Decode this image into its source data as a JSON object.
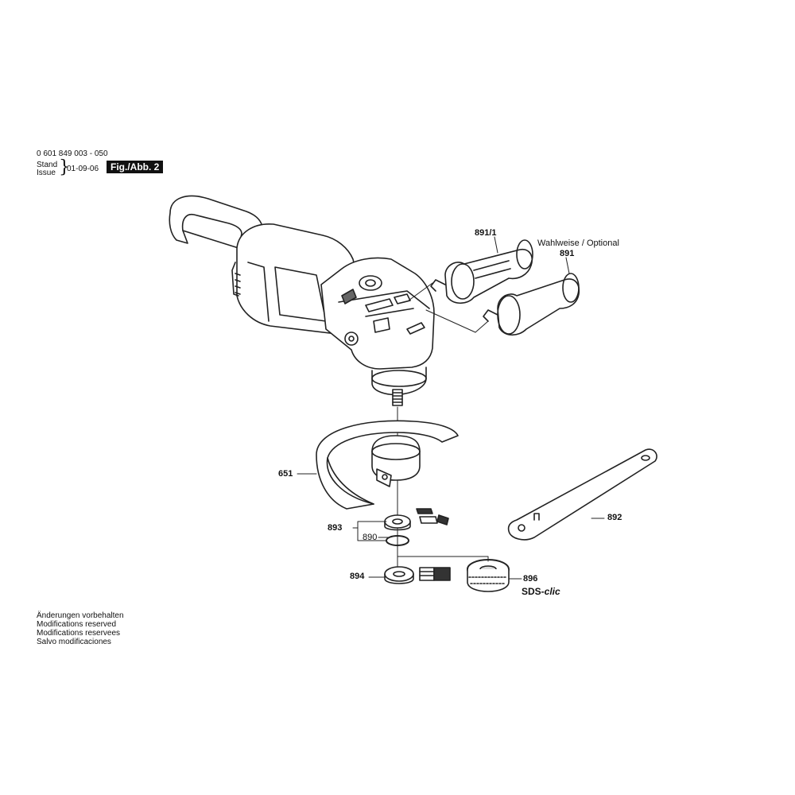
{
  "header": {
    "part_number": "0 601 849 003 - 050",
    "stand_label": "Stand",
    "issue_label": "Issue",
    "date": "01-09-06",
    "figure_label": "Fig./Abb. 2"
  },
  "notes": [
    "Änderungen vorbehalten",
    "Modifications reserved",
    "Modifications reservees",
    "Salvo modificaciones"
  ],
  "callouts": {
    "p891_1": "891/1",
    "optional": "Wahlweise / Optional",
    "p891": "891",
    "p651": "651",
    "p893": "893",
    "p890": "890",
    "p894": "894",
    "p892": "892",
    "p896": "896"
  },
  "sds": {
    "prefix": "SDS-",
    "suffix": "clic"
  }
}
